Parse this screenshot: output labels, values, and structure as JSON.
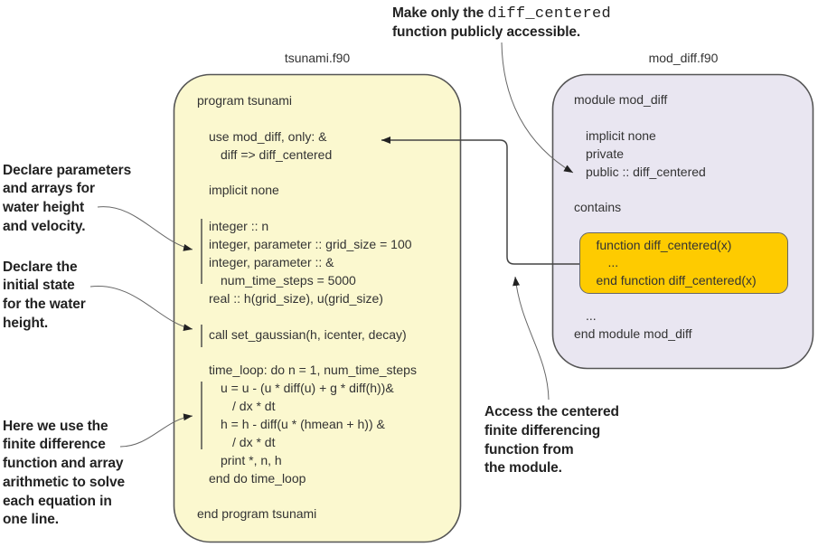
{
  "main_file": {
    "title": "tsunami.f90",
    "lines": [
      "program tsunami",
      "",
      "  use mod_diff, only: &",
      "    diff => diff_centered",
      "",
      "  implicit none",
      "",
      "  integer :: n",
      "  integer, parameter :: grid_size = 100",
      "  integer, parameter :: &",
      "    num_time_steps = 5000",
      "  real :: h(grid_size), u(grid_size)",
      "",
      "  call set_gaussian(h, icenter, decay)",
      "",
      "  time_loop: do n = 1, num_time_steps",
      "    u = u - (u * diff(u) + g * diff(h))&",
      "      / dx * dt",
      "    h = h - diff(u * (hmean + h)) &",
      "      / dx * dt",
      "    print *, n, h",
      "  end do time_loop",
      "",
      "end program tsunami"
    ]
  },
  "module_file": {
    "title": "mod_diff.f90",
    "lines_before": [
      "module mod_diff",
      "",
      "  implicit none",
      "  private",
      "  public :: diff_centered",
      "",
      "contains",
      ""
    ],
    "function_lines": [
      "function diff_centered(x)",
      "  ...",
      "end function diff_centered(x)"
    ],
    "lines_after": [
      "",
      "  ...",
      "end module mod_diff"
    ]
  },
  "annotations": {
    "public_access": {
      "line1_prefix": "Make only the",
      "line1_code": "diff_centered",
      "line2": "function publicly accessible."
    },
    "declare_parameters": [
      "Declare parameters",
      "and arrays for",
      "water height",
      "and velocity."
    ],
    "declare_initial_state": [
      "Declare the",
      "initial state",
      "for the water",
      "height."
    ],
    "finite_difference_usage": [
      "Here we use the",
      "finite difference",
      "function and array",
      "arithmetic to solve",
      "each equation in",
      "one line."
    ],
    "access_function": [
      "Access the centered",
      "finite differencing",
      "function from",
      "the module."
    ]
  },
  "colors": {
    "main_file_fill": "#fbf8cf",
    "module_file_fill": "#e9e6f1",
    "function_box_fill": "#fecb00",
    "outline": "#555555"
  }
}
